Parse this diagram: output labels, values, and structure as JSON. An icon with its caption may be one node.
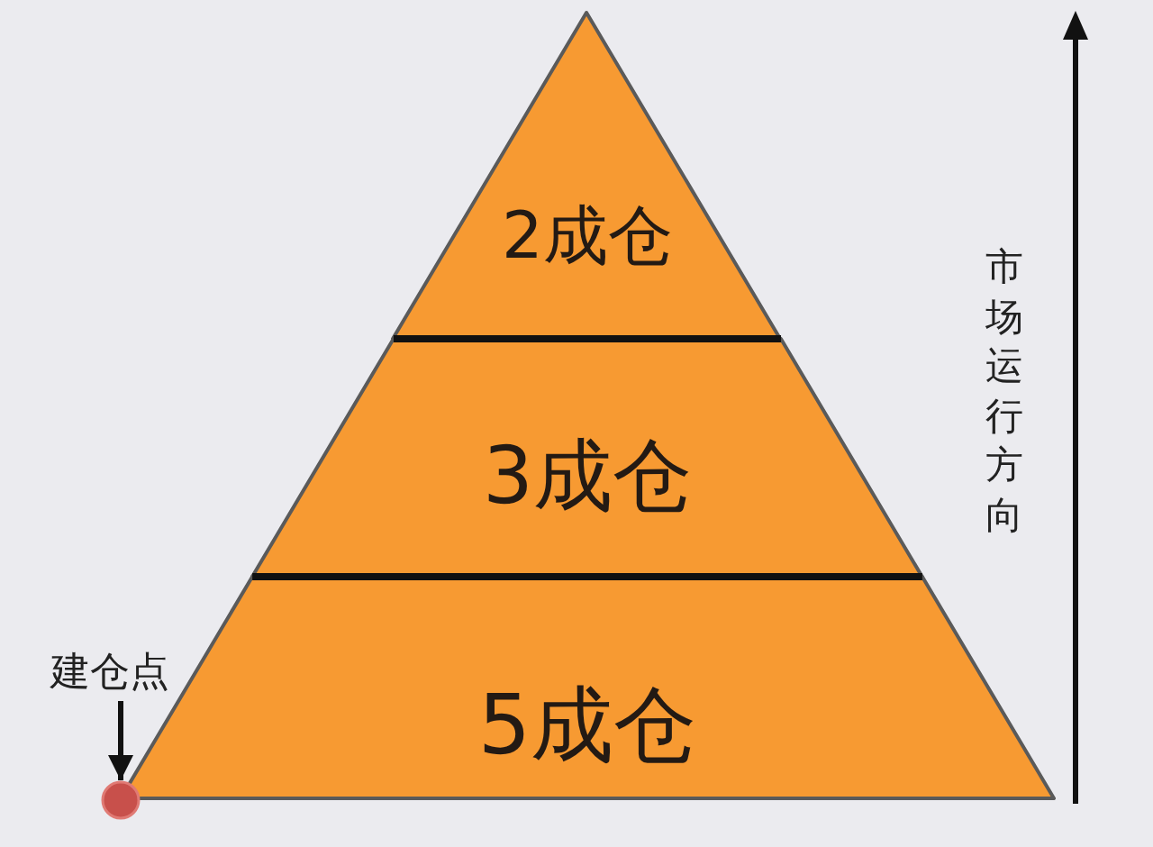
{
  "diagram": {
    "nodes": [
      {
        "text": [
          "2成仓"
        ]
      },
      {
        "text": [
          "3成仓"
        ]
      },
      {
        "text": [
          "5成仓"
        ]
      },
      {
        "text": [
          "建仓点"
        ]
      },
      {
        "text": [],
        "shape": "circle"
      }
    ],
    "edges": [
      {
        "from": 3,
        "to": 4,
        "arrow": "to"
      }
    ],
    "labels": [
      "市场运行方向"
    ]
  }
}
